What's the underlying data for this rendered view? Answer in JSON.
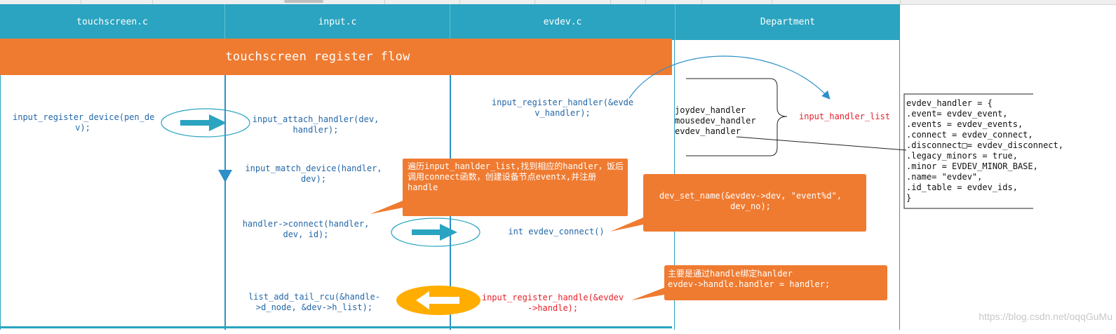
{
  "lanes": [
    {
      "title": "touchscreen.c"
    },
    {
      "title": "input.c"
    },
    {
      "title": "evdev.c"
    },
    {
      "title": "Department"
    }
  ],
  "banner": {
    "title": "touchscreen register flow"
  },
  "steps": {
    "register_device": "input_register_device(pen_de\nv);",
    "attach_handler": "input_attach_handler(dev,\nhandler);",
    "match_device": "input_match_device(handler,\ndev);",
    "handler_connect": "handler->connect(handler,\ndev, id);",
    "list_add": "list_add_tail_rcu(&handle-\n>d_node, &dev->h_list);",
    "register_handler": "input_register_handler(&evde\nv_handler);",
    "evdev_connect": "int evdev_connect()",
    "register_handle": "input_register_handle(&evdev\n->handle);"
  },
  "department": {
    "handlers": [
      "joydev_handler",
      "mousedev_handler",
      "evdev_handler"
    ],
    "list_label": "input_handler_list"
  },
  "callouts": {
    "traverse": "遍历input_hanlder_list,找到相应的handler，饭后\n调用connect函数，创建设备节点eventx,并注册\nhandle",
    "set_name": "dev_set_name(&evdev->dev, \"event%d\",\ndev_no);",
    "bind": "主要是通过handle绑定hanlder\nevdev->handle.handler = handler;"
  },
  "struct_box": {
    "lines": [
      "evdev_handler = {",
      ".event= evdev_event,",
      ".events = evdev_events,",
      ".connect = evdev_connect,",
      ".disconnect□= evdev_disconnect,",
      ".legacy_minors = true,",
      ".minor = EVDEV_MINOR_BASE,",
      ".name= \"evdev\",",
      ".id_table = evdev_ids,",
      "}"
    ]
  },
  "watermark": "https://blog.csdn.net/oqqGuMu",
  "colors": {
    "header": "#2aa4c0",
    "banner": "#ef7b31",
    "arrow_blue": "#2aa4c0",
    "arrow_orange": "#ffad00",
    "text_blue": "#2467a8",
    "text_red": "#e8202a"
  }
}
